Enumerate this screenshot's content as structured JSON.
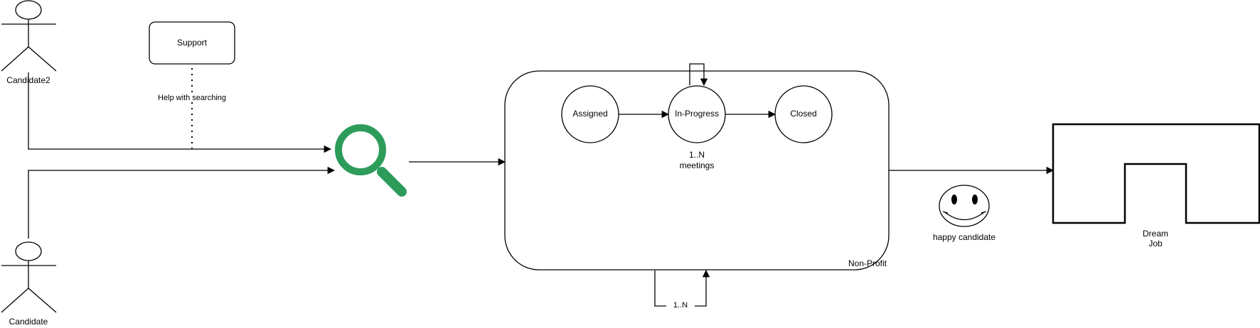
{
  "colors": {
    "stroke": "#000000",
    "background": "#ffffff",
    "search_icon": "#2d9c5a"
  },
  "actors": {
    "candidate2": "Candidate2",
    "candidate": "Candidate"
  },
  "support": {
    "label": "Support",
    "link_label": "Help with searching"
  },
  "search": {
    "icon": "magnifier-icon"
  },
  "process": {
    "container_label": "Non-Profit",
    "states": [
      "Assigned",
      "In-Progress",
      "Closed"
    ],
    "meetings_label": "1..N\nmeetings",
    "loop_label": "1..N"
  },
  "outcome": {
    "smiley_label": "happy candidate",
    "dream_job_label": "Dream\nJob"
  }
}
